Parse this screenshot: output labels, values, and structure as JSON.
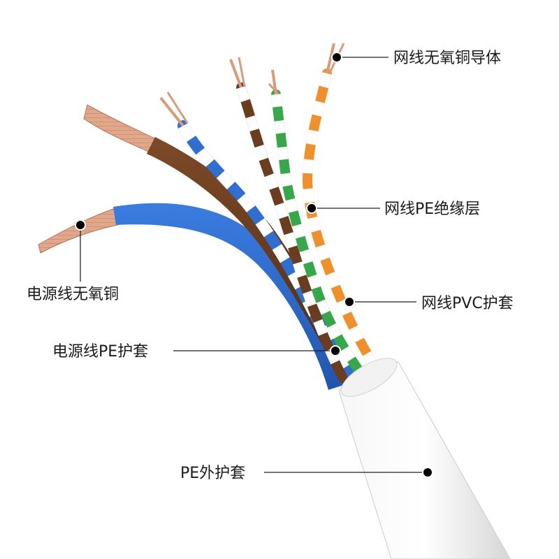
{
  "labels": {
    "network_conductor": "网线无氧铜导体",
    "network_pe_insulation": "网线PE绝缘层",
    "network_pvc_sheath": "网线PVC护套",
    "power_copper": "电源线无氧铜",
    "power_pe_sheath": "电源线PE护套",
    "pe_outer_sheath": "PE外护套"
  },
  "colors": {
    "copper": "#d99a7a",
    "brown": "#6b3d1f",
    "blue": "#2f6fd0",
    "green": "#37a84a",
    "orange": "#f0902a",
    "white_jacket": "#ececec",
    "background": "#ffffff"
  }
}
